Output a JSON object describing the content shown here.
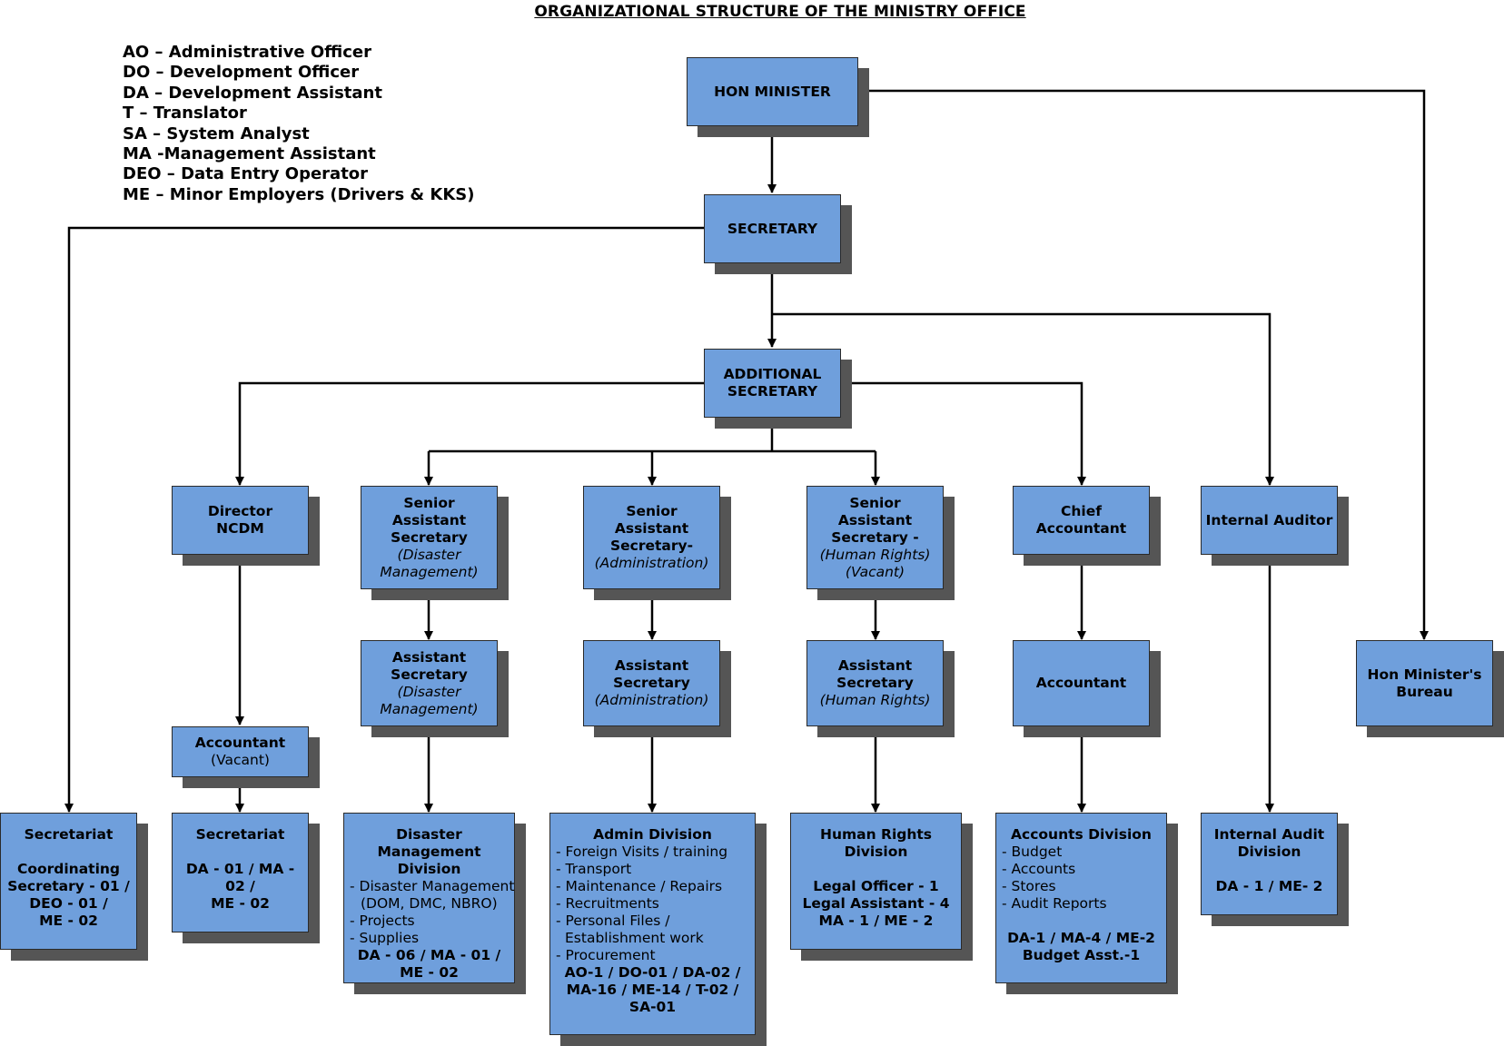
{
  "title": "ORGANIZATIONAL STRUCTURE OF THE MINISTRY OFFICE",
  "legend": [
    "AO – Administrative Officer",
    "DO – Development Officer",
    "DA – Development Assistant",
    "T – Translator",
    "SA – System Analyst",
    "MA -Management Assistant",
    "DEO – Data Entry Operator",
    "ME – Minor Employers (Drivers & KKS)"
  ],
  "nodes": {
    "hon_minister": {
      "title": "HON MINISTER"
    },
    "secretary": {
      "title": "SECRETARY"
    },
    "additional_secretary": {
      "title_1": "ADDITIONAL",
      "title_2": "SECRETARY"
    },
    "director_ncdm": {
      "title_1": "Director",
      "title_2": "NCDM"
    },
    "sas_disaster": {
      "title_1": "Senior Assistant",
      "title_2": "Secretary",
      "sub_1": "(Disaster",
      "sub_2": "Management)"
    },
    "sas_admin": {
      "title_1": "Senior Assistant",
      "title_2": "Secretary-",
      "sub_1": "(Administration)"
    },
    "sas_hr": {
      "title_1": "Senior Assistant",
      "title_2": "Secretary -",
      "sub_1": "(Human Rights)",
      "sub_2": "(Vacant)"
    },
    "chief_accountant": {
      "title_1": "Chief",
      "title_2": "Accountant"
    },
    "internal_auditor": {
      "title": "Internal Auditor"
    },
    "as_disaster": {
      "title_1": "Assistant",
      "title_2": "Secretary",
      "sub_1": "(Disaster",
      "sub_2": "Management)"
    },
    "as_admin": {
      "title_1": "Assistant",
      "title_2": "Secretary",
      "sub_1": "(Administration)"
    },
    "as_hr": {
      "title_1": "Assistant",
      "title_2": "Secretary",
      "sub_1": "(Human Rights)"
    },
    "accountant": {
      "title": "Accountant"
    },
    "hon_ministers_bureau": {
      "title_1": "Hon Minister's",
      "title_2": "Bureau"
    },
    "accountant_ncdm": {
      "title": "Accountant",
      "sub": "(Vacant)"
    },
    "secretariat_left": {
      "title": "Secretariat",
      "lines": [
        "Coordinating",
        "Secretary - 01 /",
        "DEO - 01 /",
        "ME - 02"
      ]
    },
    "secretariat_ncdm": {
      "title": "Secretariat",
      "lines": [
        "DA - 01 / MA -",
        "02 /",
        "ME - 02"
      ]
    },
    "dm_division": {
      "title_1": "Disaster Management",
      "title_2": "Division",
      "items": [
        "- Disaster Management",
        "  (DOM, DMC, NBRO)",
        "- Projects",
        "- Supplies"
      ],
      "staff": [
        "DA - 06 / MA - 01 /",
        "ME - 02"
      ]
    },
    "admin_division": {
      "title": "Admin Division",
      "items": [
        "- Foreign Visits /  training",
        "- Transport",
        "- Maintenance / Repairs",
        "- Recruitments",
        "- Personal Files /",
        "  Establishment work",
        "- Procurement"
      ],
      "staff": [
        "AO-1 / DO-01 / DA-02 /",
        "MA-16 / ME-14 / T-02 /",
        "SA-01"
      ]
    },
    "hr_division": {
      "title_1": "Human Rights",
      "title_2": "Division",
      "staff": [
        "Legal Officer - 1",
        "Legal Assistant - 4",
        "MA - 1 /  ME - 2"
      ]
    },
    "accounts_division": {
      "title": "Accounts Division",
      "items": [
        "- Budget",
        "- Accounts",
        "- Stores",
        "- Audit Reports"
      ],
      "staff": [
        "DA-1 / MA-4 / ME-2",
        "Budget Asst.-1"
      ]
    },
    "internal_audit_division": {
      "title_1": "Internal Audit",
      "title_2": "Division",
      "staff": [
        "DA - 1 / ME- 2"
      ]
    }
  }
}
